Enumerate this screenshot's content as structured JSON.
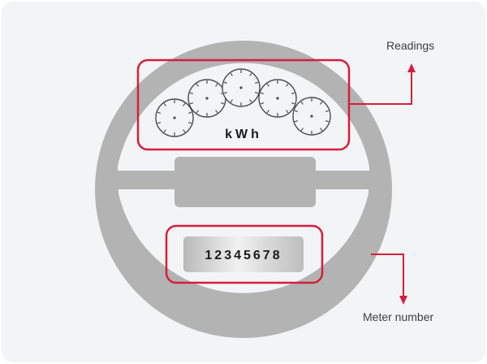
{
  "callouts": {
    "readings": "Readings",
    "meter_number": "Meter number"
  },
  "meter": {
    "unit": "kWh",
    "serial": "12345678",
    "dial_count": 5
  },
  "colors": {
    "background": "#f3f4f6",
    "body": "#b3b3b3",
    "face": "#f3f4f6",
    "highlight": "#d31f3c",
    "dial_stroke": "#4a4a4a"
  }
}
